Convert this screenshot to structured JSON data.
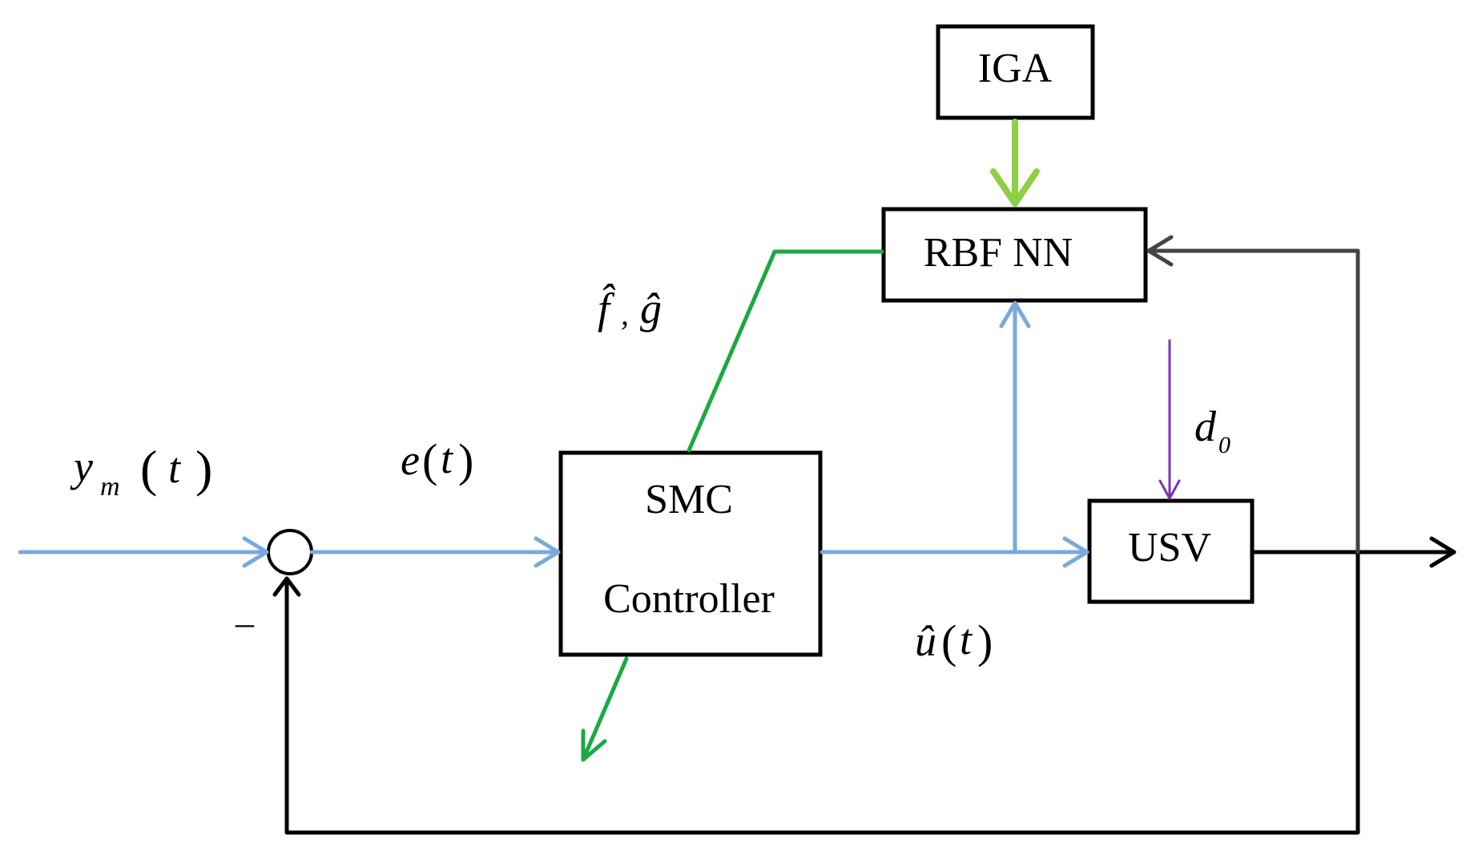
{
  "blocks": {
    "iga": "IGA",
    "rbf": "RBF NN",
    "smc_line1": "SMC",
    "smc_line2": "Controller",
    "usv": "USV"
  },
  "signals": {
    "ym_base": "y",
    "ym_sub": "m",
    "t": "t",
    "e_base": "e",
    "u_base": "û",
    "f_hat": "f̂",
    "comma": ",",
    "g_hat": "ĝ",
    "d_base": "d",
    "d_sub": "0",
    "minus": "–"
  },
  "colors": {
    "blue": "#7aa9dc",
    "green": "#1aaa40",
    "light_green": "#8dcf45",
    "purple": "#7b35b0",
    "black": "#000000",
    "gray": "#444444"
  }
}
